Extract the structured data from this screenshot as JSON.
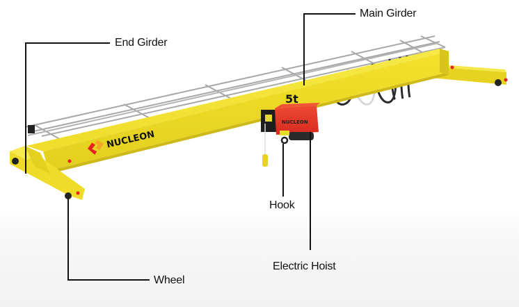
{
  "diagram": {
    "title": "Single Girder Overhead Crane",
    "labels": {
      "end_girder": "End Girder",
      "main_girder": "Main Girder",
      "hook": "Hook",
      "electric_hoist": "Electric Hoist",
      "wheel": "Wheel"
    },
    "product": {
      "brand": "NUCLEON",
      "capacity": "5t"
    },
    "colors": {
      "girder_yellow": "#f2e02a",
      "girder_shade": "#d9c51c",
      "hoist_red": "#e8352a",
      "rail_grey": "#a9a9a9",
      "callout_line": "#111111",
      "logo_red": "#e52421",
      "logo_orange": "#f5a623"
    }
  }
}
